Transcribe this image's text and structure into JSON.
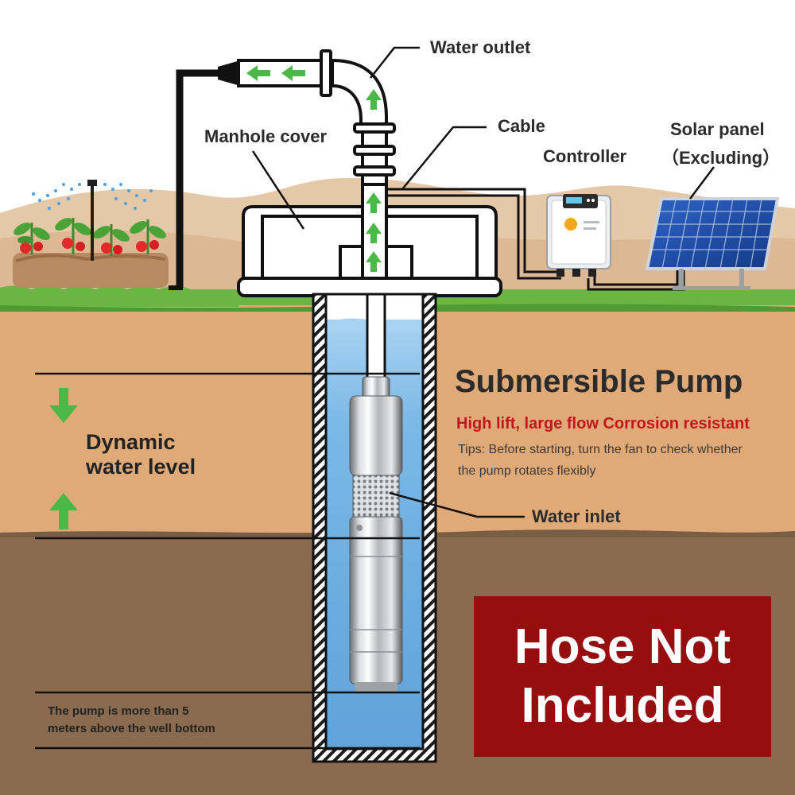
{
  "labels": {
    "water_outlet": "Water outlet",
    "manhole_cover": "Manhole cover",
    "cable": "Cable",
    "controller": "Controller",
    "solar_panel": "Solar panel",
    "solar_panel_note": "（Excluding）",
    "water_inlet": "Water inlet"
  },
  "product": {
    "title": "Submersible Pump",
    "features": "High lift, large flow Corrosion resistant",
    "tips_line1": "Tips: Before starting, turn the fan to check whether",
    "tips_line2": "the pump rotates flexibly"
  },
  "dynamic_water_level": {
    "line1": "Dynamic",
    "line2": "water level"
  },
  "bottom_note": {
    "line1": "The pump is more than 5",
    "line2": "meters above the well bottom"
  },
  "hose_notice": {
    "line1": "Hose Not",
    "line2": "Included"
  },
  "colors": {
    "arrow_green": "#4cb848",
    "accent_red": "#c4151c",
    "notice_red": "#960e10",
    "soil_upper": "#e0aa78",
    "soil_lower": "#8a6b50",
    "water_blue": "#78b4e2",
    "grass_green": "#6cb544"
  }
}
